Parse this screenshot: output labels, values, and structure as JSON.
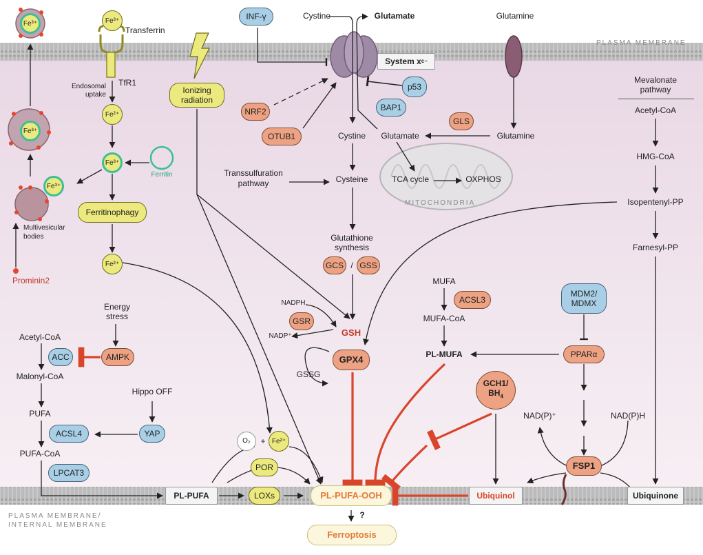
{
  "fe_labels": {
    "fe3": "Fe³⁺",
    "fe2": "Fe²⁺",
    "o2": "O₂"
  },
  "membrane": {
    "plasma_top": "PLASMA MEMBRANE",
    "plasma_bottom_1": "PLASMA MEMBRANE/",
    "plasma_bottom_2": "INTERNAL MEMBRANE",
    "mitochondria": "MITOCHONDRIA"
  },
  "iron": {
    "transferrin": "Transferrin",
    "tfr1": "TfR1",
    "endosomal_uptake_1": "Endosomal",
    "endosomal_uptake_2": "uptake",
    "ferritin": "Ferritin",
    "ferritinophagy": "Ferritinophagy",
    "multivesicular_1": "Multivesicular",
    "multivesicular_2": "bodies",
    "prominin2": "Prominin2"
  },
  "ionizing_1": "Ionizing",
  "ionizing_2": "radiation",
  "system_xc": {
    "inf_gamma": "INF-γ",
    "cystine_out": "Cystine",
    "glutamate_out": "Glutamate",
    "label": "System x",
    "label_sub": "c",
    "label_sup": "−",
    "p53": "p53",
    "bap1": "BAP1",
    "nrf2": "NRF2",
    "otub1": "OTUB1",
    "cystine_in": "Cystine",
    "glutamate_in": "Glutamate"
  },
  "glutamine": {
    "glutamine_out": "Glutamine",
    "gls": "GLS",
    "glutamine_in": "Glutamine",
    "tca": "TCA cycle",
    "oxphos": "OXPHOS"
  },
  "gsh": {
    "transsulfuration_1": "Transsulfuration",
    "transsulfuration_2": "pathway",
    "cysteine": "Cysteine",
    "glutathione_1": "Glutathione",
    "glutathione_2": "synthesis",
    "gcs": "GCS",
    "slash": "/",
    "gss": "GSS",
    "nadph": "NADPH",
    "gsr": "GSR",
    "nadp": "NADP⁺",
    "gsh": "GSH",
    "gpx4": "GPX4",
    "gssg": "GSSG"
  },
  "lipid": {
    "energy_stress_1": "Energy",
    "energy_stress_2": "stress",
    "acetyl_coa": "Acetyl-CoA",
    "acc": "ACC",
    "ampk": "AMPK",
    "malonyl_coa": "Malonyl-CoA",
    "hippo": "Hippo OFF",
    "pufa": "PUFA",
    "acsl4": "ACSL4",
    "yap": "YAP",
    "pufa_coa": "PUFA-CoA",
    "lpcat3": "LPCAT3",
    "pl_pufa": "PL-PUFA",
    "plus": "+",
    "por": "POR",
    "loxs": "LOXs",
    "pl_pufa_ooh": "PL-PUFA-OOH",
    "question": "?",
    "ferroptosis": "Ferroptosis"
  },
  "mufa": {
    "mufa": "MUFA",
    "acsl3": "ACSL3",
    "mufa_coa": "MUFA-CoA",
    "pl_mufa": "PL-MUFA"
  },
  "mevalonate": {
    "pathway_1": "Mevalonate",
    "pathway_2": "pathway",
    "acetyl_coa": "Acetyl-CoA",
    "hmg_coa": "HMG-CoA",
    "ipp": "Isopentenyl-PP",
    "fpp": "Farnesyl-PP",
    "mdm2": "MDM2/",
    "mdmx": "MDMX",
    "ppara": "PPARα",
    "gch1": "GCH1/",
    "bh4": "BH",
    "bh4_sub": "4",
    "nadp": "NAD(P)⁺",
    "nadph": "NAD(P)H",
    "fsp1": "FSP1",
    "ubiquinol": "Ubiquinol",
    "ubiquinone": "Ubiquinone"
  },
  "colors": {
    "inhibit_red": "#d9452b",
    "orange_fill": "#eda283",
    "blue_fill": "#a8cfe6",
    "yellow_fill": "#ecea7e",
    "ferritin_ring": "#3dbf96",
    "cytosol": "#ead9e6",
    "membrane": "#b8b8b8"
  }
}
